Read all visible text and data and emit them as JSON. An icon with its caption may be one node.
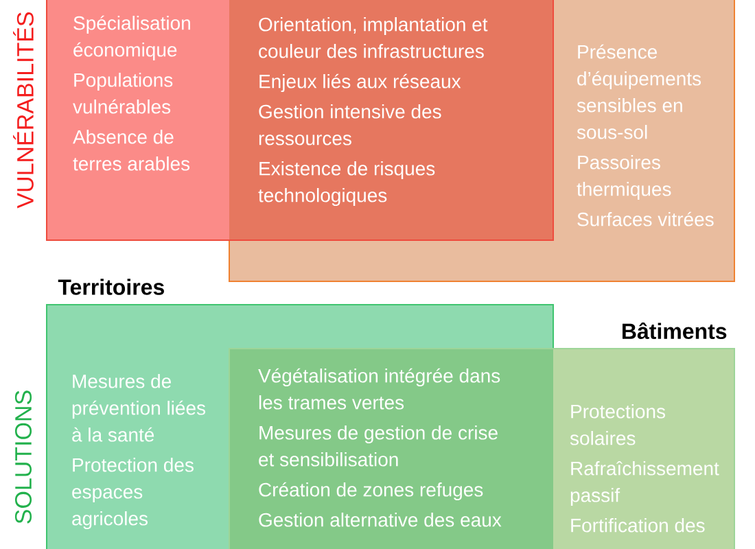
{
  "diagram": {
    "nodes": [
      {
        "text": [
          "Spécialisation économique",
          "Populations vulnérables",
          "Absence de terres arables"
        ]
      },
      {
        "text": [
          "Orientation, implantation et couleur des infrastructures",
          "Enjeux liés aux réseaux",
          "Gestion intensive des ressources",
          "Existence de risques technologiques"
        ]
      },
      {
        "text": [
          "Présence d’équipements sensibles en sous-sol",
          "Passoires thermiques",
          "Surfaces vitrées"
        ]
      },
      {
        "text": [
          "Mesures de prévention liées à la santé",
          "Protection des espaces agricoles"
        ]
      },
      {
        "text": [
          "Végétalisation intégrée dans les trames vertes",
          "Mesures de gestion de crise et sensibilisation",
          "Création de zones refuges",
          "Gestion alternative des eaux"
        ]
      },
      {
        "text": [
          "Protections solaires",
          "Rafraîchissement passif",
          "Fortification des"
        ]
      }
    ],
    "labels": [
      "VULNÉRABILITÉS",
      "Territoires",
      "Bâtiments",
      "SOLUTIONS"
    ]
  }
}
